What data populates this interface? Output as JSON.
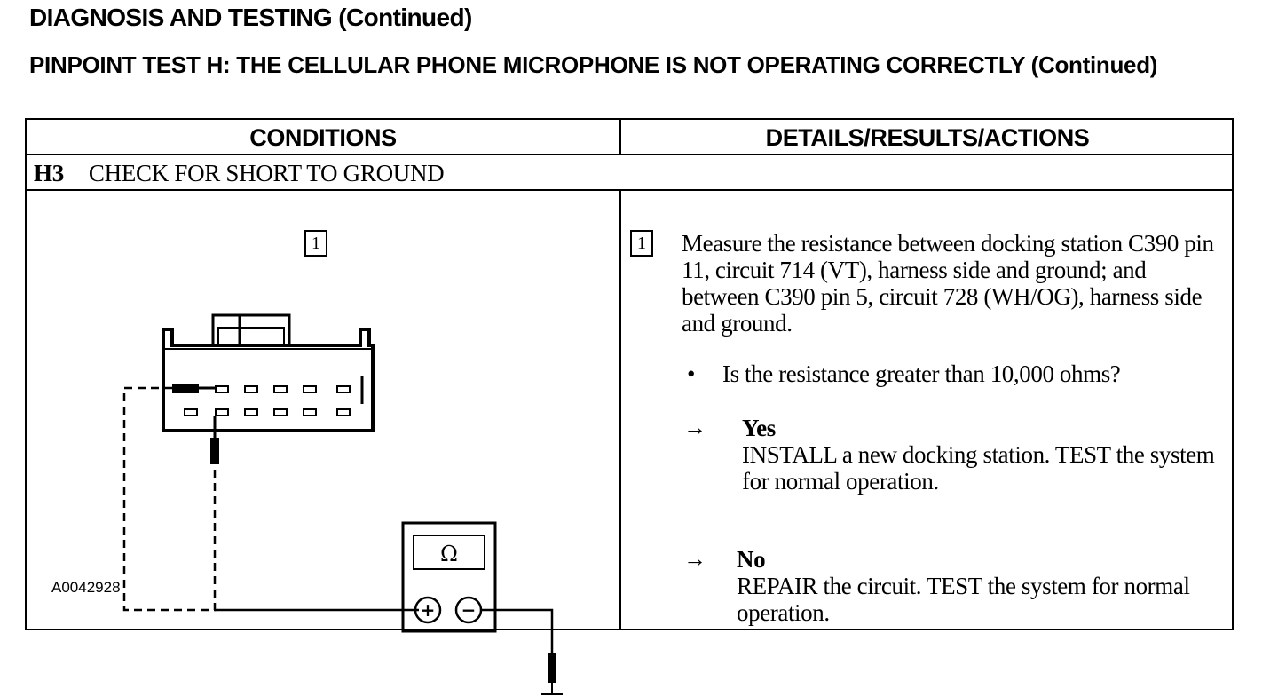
{
  "page": {
    "heading": "DIAGNOSIS AND TESTING (Continued)",
    "subheading": "PINPOINT TEST H: THE CELLULAR PHONE MICROPHONE IS NOT OPERATING CORRECTLY (Continued)"
  },
  "table": {
    "headers": {
      "conditions": "CONDITIONS",
      "details": "DETAILS/RESULTS/ACTIONS"
    },
    "step": {
      "code": "H3",
      "title": "CHECK FOR SHORT TO GROUND"
    },
    "figure": {
      "step_number": "1",
      "ohm_symbol": "Ω",
      "plus": "+",
      "minus": "−",
      "figure_id": "A0042928"
    },
    "details": {
      "step_number": "1",
      "instruction": "Measure the resistance between docking station C390 pin 11, circuit 714 (VT), harness side and ground; and between C390 pin 5, circuit 728 (WH/OG), harness side and ground.",
      "bullet": "•",
      "question": "Is the resistance greater than 10,000 ohms?",
      "arrow": "→",
      "results": [
        {
          "label": "Yes",
          "action": "INSTALL a new docking station. TEST the system for normal operation."
        },
        {
          "label": "No",
          "action": "REPAIR the circuit. TEST the system for normal operation."
        }
      ]
    }
  }
}
